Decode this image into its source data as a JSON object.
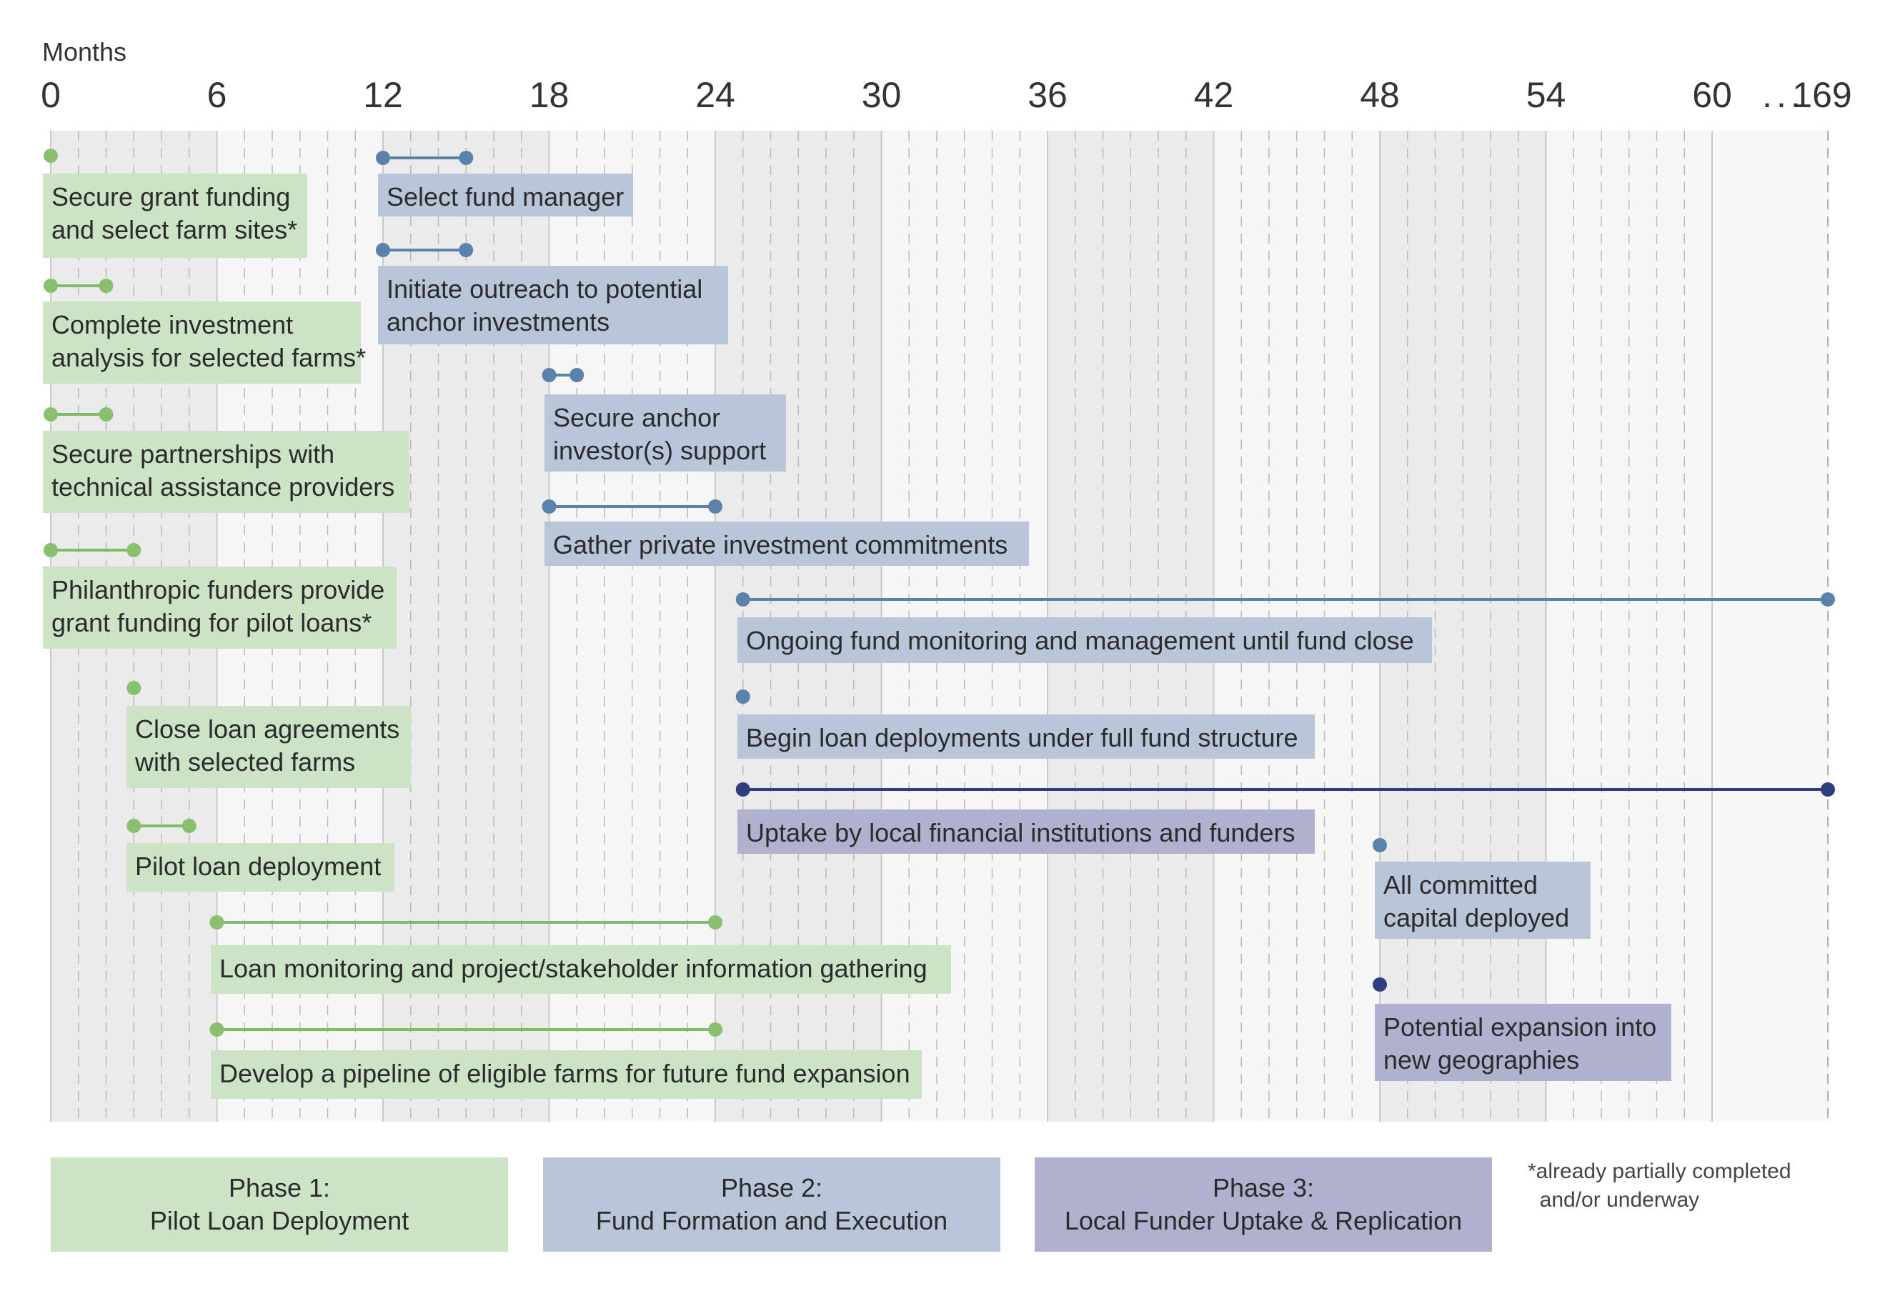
{
  "chart_data": {
    "type": "timeline",
    "x_axis_label": "Months",
    "ticks": [
      "0",
      "6",
      "12",
      "18",
      "24",
      "30",
      "36",
      "42",
      "48",
      "54",
      "60",
      "...",
      "169"
    ],
    "xlim": [
      0,
      169
    ],
    "phases": [
      {
        "id": "p1",
        "label_line1": "Phase 1:",
        "label_line2": "Pilot Loan Deployment",
        "color": "#cde3c6",
        "marker": "#88c070",
        "line": "#7fbc69"
      },
      {
        "id": "p2",
        "label_line1": "Phase 2:",
        "label_line2": "Fund Formation and Execution",
        "color": "#b9c6d9",
        "marker": "#5b82ab",
        "line": "#5b82ab"
      },
      {
        "id": "p3",
        "label_line1": "Phase 3:",
        "label_line2": "Local Funder Uptake & Replication",
        "color": "#b0b1cf",
        "marker": "#2f3e80",
        "line": "#2f3e80"
      }
    ],
    "tasks": [
      {
        "phase": "p1",
        "start": 0,
        "end": 0,
        "lines": [
          "Secure grant funding",
          "and select farm sites*"
        ]
      },
      {
        "phase": "p1",
        "start": 0,
        "end": 2,
        "lines": [
          "Complete investment",
          "analysis for selected farms*"
        ]
      },
      {
        "phase": "p1",
        "start": 0,
        "end": 2,
        "lines": [
          "Secure partnerships with",
          "technical assistance providers"
        ]
      },
      {
        "phase": "p1",
        "start": 0,
        "end": 3,
        "lines": [
          "Philanthropic funders provide",
          "grant funding for pilot loans*"
        ]
      },
      {
        "phase": "p1",
        "start": 3,
        "end": 3,
        "lines": [
          "Close loan agreements",
          "with selected farms"
        ]
      },
      {
        "phase": "p1",
        "start": 3,
        "end": 5,
        "lines": [
          "Pilot loan deployment"
        ]
      },
      {
        "phase": "p1",
        "start": 6,
        "end": 24,
        "lines": [
          "Loan monitoring and project/stakeholder information gathering"
        ]
      },
      {
        "phase": "p1",
        "start": 6,
        "end": 24,
        "lines": [
          "Develop a pipeline of eligible farms for future fund expansion"
        ]
      },
      {
        "phase": "p2",
        "start": 12,
        "end": 15,
        "lines": [
          "Select fund manager"
        ]
      },
      {
        "phase": "p2",
        "start": 12,
        "end": 15,
        "lines": [
          "Initiate outreach to potential",
          "anchor investments"
        ]
      },
      {
        "phase": "p2",
        "start": 18,
        "end": 19,
        "lines": [
          "Secure anchor",
          "investor(s) support"
        ]
      },
      {
        "phase": "p2",
        "start": 18,
        "end": 24,
        "lines": [
          "Gather private investment commitments"
        ]
      },
      {
        "phase": "p2",
        "start": 25,
        "end": 169,
        "lines": [
          "Ongoing fund monitoring and management until fund close"
        ]
      },
      {
        "phase": "p2",
        "start": 25,
        "end": 25,
        "lines": [
          "Begin loan deployments under full fund structure"
        ]
      },
      {
        "phase": "p3",
        "start": 25,
        "end": 169,
        "lines": [
          "Uptake by local financial institutions and funders"
        ]
      },
      {
        "phase": "p2",
        "start": 48,
        "end": 48,
        "lines": [
          "All committed",
          "capital deployed"
        ]
      },
      {
        "phase": "p3",
        "start": 48,
        "end": 48,
        "lines": [
          "Potential expansion into",
          "new geographies"
        ]
      }
    ],
    "footnote_line1": "*already partially completed",
    "footnote_line2": "  and/or underway"
  }
}
